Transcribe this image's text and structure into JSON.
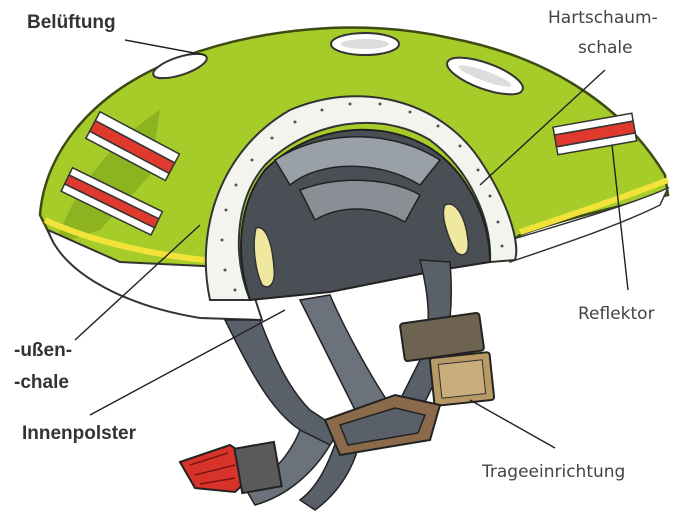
{
  "labels": {
    "belueftung": "Belüftung",
    "hartschaum_1": "Hartschaum-",
    "hartschaum_2": "schale",
    "reflektor": "Reflektor",
    "aussen_1": "-ußen-",
    "aussen_2": "-chale",
    "innenpolster": "Innenpolster",
    "trageeinrichtung": "Trageeinrichtung"
  },
  "colors": {
    "shell_green": "#a6cc2a",
    "shell_dark": "#6f8f12",
    "reflector_red": "#e03a2e",
    "rim_yellow": "#f2e33a",
    "foam_white": "#f4f4ee",
    "pad_gray": "#8a8f96",
    "strap_gray": "#59606a",
    "buckle_tan": "#b89a66",
    "clip_red": "#d8332a"
  }
}
